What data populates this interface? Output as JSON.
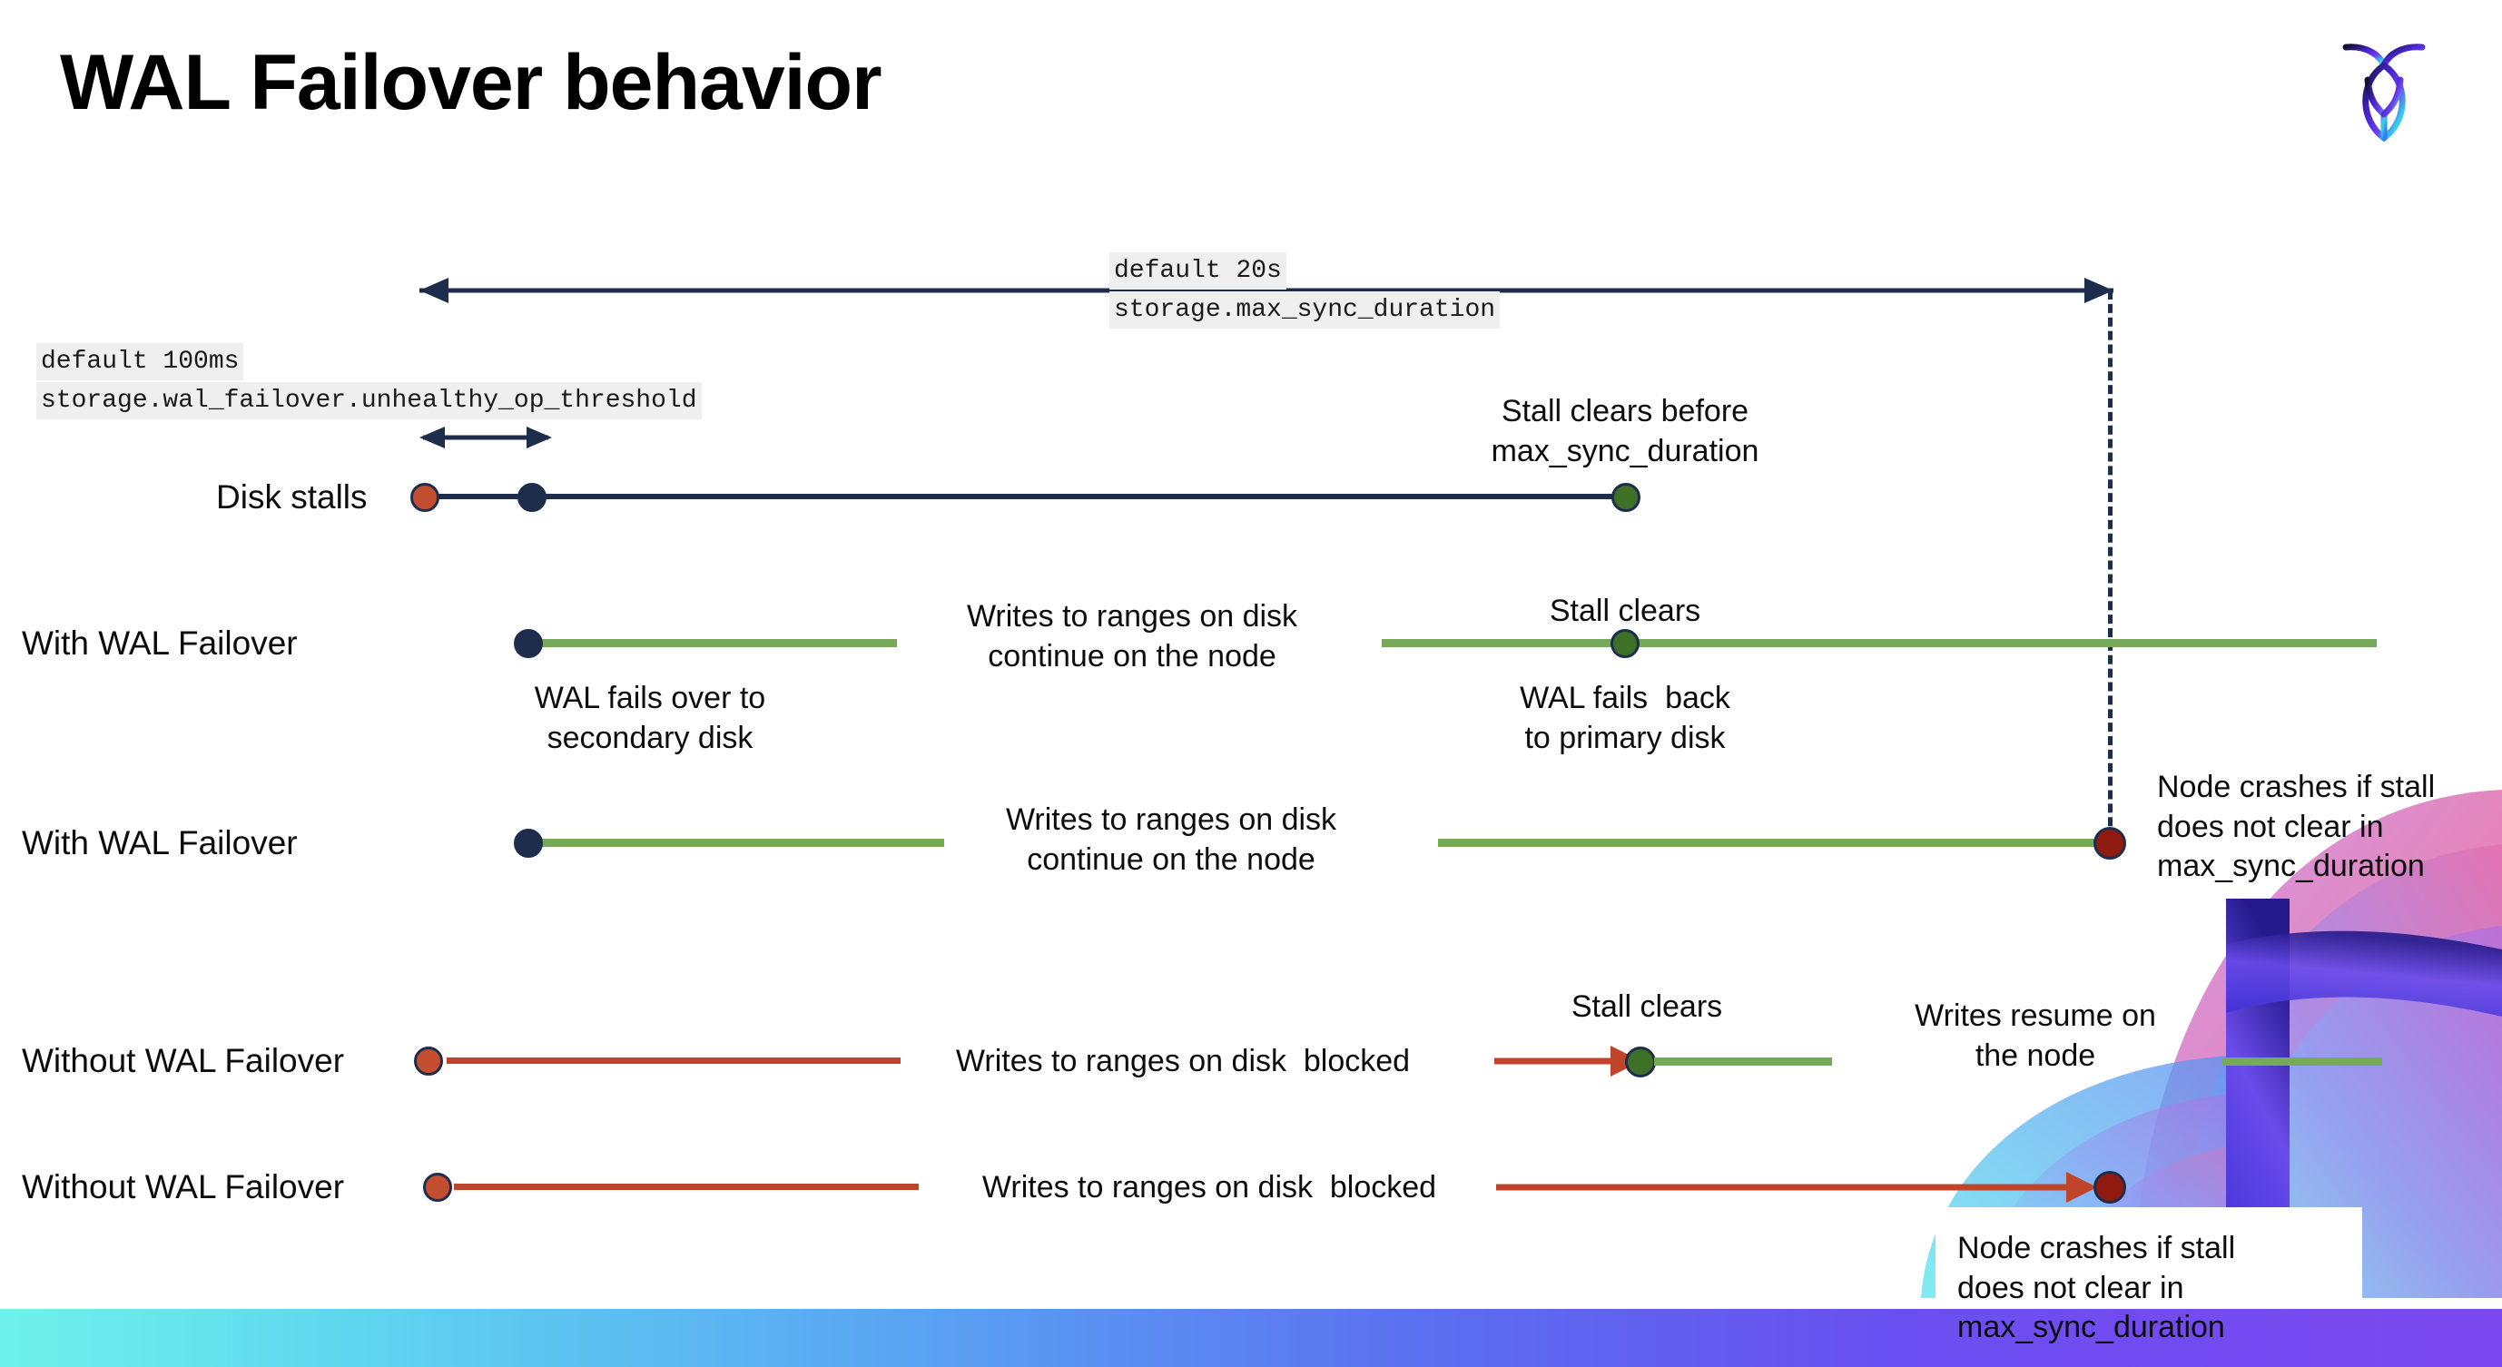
{
  "slide": {
    "title": "WAL Failover behavior",
    "logo_name": "cockroachdb-logo"
  },
  "config_labels": {
    "max_sync": {
      "default": "default 20s",
      "setting": "storage.max_sync_duration"
    },
    "unhealthy": {
      "default": "default 100ms",
      "setting": "storage.wal_failover.unhealthy_op_threshold"
    }
  },
  "rows": [
    {
      "id": "disk-stalls",
      "label": "Disk stalls",
      "annotations": [
        "Stall clears before\nmax_sync_duration"
      ]
    },
    {
      "id": "with-wal-failover-1",
      "label": "With WAL Failover",
      "annotations": [
        "WAL fails over to\nsecondary disk",
        "Writes to ranges on disk\ncontinue on the node",
        "Stall clears",
        "WAL fails  back\nto primary disk"
      ]
    },
    {
      "id": "with-wal-failover-2",
      "label": "With WAL Failover",
      "annotations": [
        "Writes to ranges on disk\ncontinue on the node",
        "Node crashes if stall\ndoes not clear in\nmax_sync_duration"
      ]
    },
    {
      "id": "without-wal-failover-1",
      "label": "Without WAL Failover",
      "annotations": [
        "Writes to ranges on disk  blocked",
        "Stall clears",
        "Writes resume on\nthe node"
      ]
    },
    {
      "id": "without-wal-failover-2",
      "label": "Without WAL Failover",
      "annotations": [
        "Writes to ranges on disk  blocked",
        "Node crashes if stall\ndoes not clear in\nmax_sync_duration"
      ]
    }
  ],
  "colors": {
    "navy": "#1f2d4d",
    "green_line": "#76a95a",
    "green_dot": "#3e7028",
    "red_line": "#c0442a",
    "orange_dot": "#c44f30",
    "dark_red_dot": "#8e1a10",
    "code_bg": "#efefef"
  }
}
